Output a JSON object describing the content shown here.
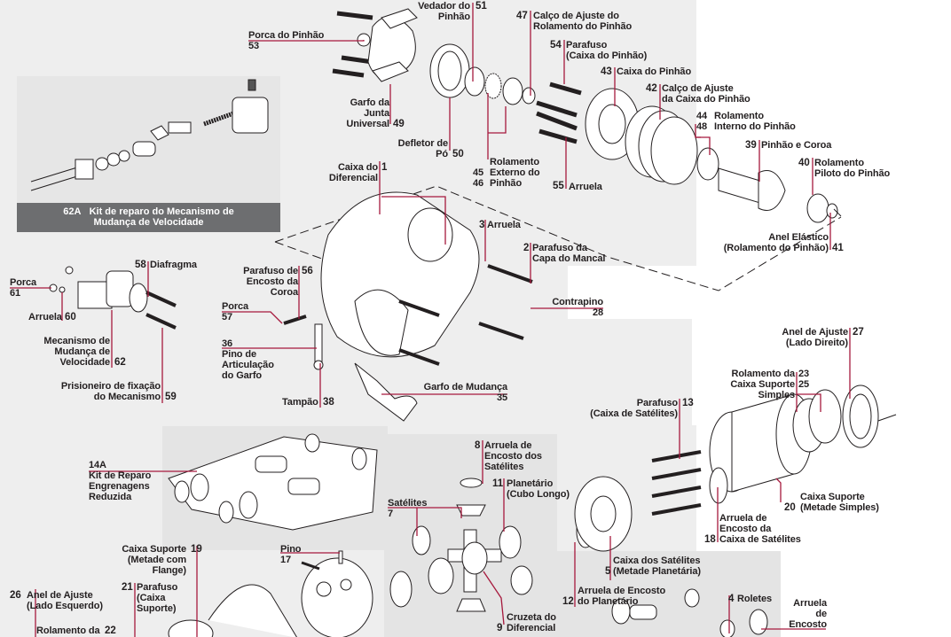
{
  "diagram": {
    "title": "Vista explodida do diferencial",
    "accent_color": "#a6193d",
    "kit_62A": {
      "code": "62A",
      "label_line1": "Kit de reparo do Mecanismo de",
      "label_line2": "Mudança de Velocidade"
    },
    "parts": {
      "p53": {
        "num": "53",
        "name": "Porca do Pinhão"
      },
      "p51": {
        "num": "51",
        "name1": "Vedador do",
        "name2": "Pinhão"
      },
      "p49": {
        "num": "49",
        "name1": "Garfo da",
        "name2": "Junta",
        "name3": "Universal"
      },
      "p50": {
        "num": "50",
        "name1": "Defletor de",
        "name2": "Pó"
      },
      "p47": {
        "num": "47",
        "name1": "Calço de Ajuste do",
        "name2": "Rolamento do Pinhão"
      },
      "p54": {
        "num": "54",
        "name1": "Parafuso",
        "name2": "(Caixa do Pinhão)"
      },
      "p43": {
        "num": "43",
        "name": "Caixa do Pinhão"
      },
      "p42": {
        "num": "42",
        "name1": "Calço de Ajuste",
        "name2": "da Caixa do Pinhão"
      },
      "p44_48": {
        "num1": "44",
        "num2": "48",
        "name1": "Rolamento",
        "name2": "Interno do Pinhão"
      },
      "p39": {
        "num": "39",
        "name": "Pinhão e Coroa"
      },
      "p40": {
        "num": "40",
        "name1": "Rolamento",
        "name2": "Piloto do Pinhão"
      },
      "p41": {
        "num": "41",
        "name1": "Anel Elástico",
        "name2": "(Rolamento do Pinhão)"
      },
      "p45_46": {
        "num1": "45",
        "num2": "46",
        "name1": "Rolamento",
        "name2": "Externo do",
        "name3": "Pinhão"
      },
      "p55": {
        "num": "55",
        "name": "Arruela"
      },
      "p1": {
        "num": "1",
        "name1": "Caixa do",
        "name2": "Diferencial"
      },
      "p3": {
        "num": "3",
        "name": "Arruela"
      },
      "p2": {
        "num": "2",
        "name1": "Parafuso da",
        "name2": "Capa do Mancal"
      },
      "p28": {
        "num": "28",
        "name": "Contrapino"
      },
      "p56": {
        "num": "56",
        "name1": "Parafuso de",
        "name2": "Encosto da",
        "name3": "Coroa"
      },
      "p57": {
        "num": "57",
        "name": "Porca"
      },
      "p36": {
        "num": "36",
        "name1": "Pino de",
        "name2": "Articulação",
        "name3": "do Garfo"
      },
      "p38": {
        "num": "38",
        "name": "Tampão"
      },
      "p35": {
        "num": "35",
        "name": "Garfo de Mudança"
      },
      "p58": {
        "num": "58",
        "name": "Diafragma"
      },
      "p61": {
        "num": "61",
        "name": "Porca"
      },
      "p60": {
        "num": "60",
        "name": "Arruela"
      },
      "p62": {
        "num": "62",
        "name1": "Mecanismo de",
        "name2": "Mudança de",
        "name3": "Velocidade"
      },
      "p59": {
        "num": "59",
        "name1": "Prisioneiro de fixação",
        "name2": "do Mecanismo"
      },
      "p27": {
        "num": "27",
        "name1": "Anel de Ajuste",
        "name2": "(Lado Direito)"
      },
      "p23_25": {
        "num1": "23",
        "num2": "25",
        "name1": "Rolamento da",
        "name2": "Caixa Suporte",
        "name3": "Simples"
      },
      "p13": {
        "num": "13",
        "name1": "Parafuso",
        "name2": "(Caixa de Satélites)"
      },
      "p20": {
        "num": "20",
        "name1": "Caixa Suporte",
        "name2": "(Metade Simples)"
      },
      "p18": {
        "num": "18",
        "name1": "Arruela de",
        "name2": "Encosto da",
        "name3": "Caixa de Satélites"
      },
      "p14A": {
        "num": "14A",
        "name1": "Kit de Reparo",
        "name2": "Engrenagens",
        "name3": "Reduzida"
      },
      "p8": {
        "num": "8",
        "name1": "Arruela de",
        "name2": "Encosto dos",
        "name3": "Satélites"
      },
      "p11": {
        "num": "11",
        "name1": "Planetário",
        "name2": "(Cubo Longo)"
      },
      "p7": {
        "num": "7",
        "name": "Satélites"
      },
      "p5": {
        "num": "5",
        "name1": "Caixa dos Satélites",
        "name2": "(Metade Planetária)"
      },
      "p12": {
        "num": "12",
        "name1": "Arruela de Encosto",
        "name2": "do Planetário"
      },
      "p9": {
        "num": "9",
        "name1": "Cruzeta do",
        "name2": "Diferencial"
      },
      "p19": {
        "num": "19",
        "name1": "Caixa Suporte",
        "name2": "(Metade com",
        "name3": "Flange)"
      },
      "p17": {
        "num": "17",
        "name": "Pino"
      },
      "p21": {
        "num": "21",
        "name1": "Parafuso",
        "name2": "(Caixa",
        "name3": "Suporte)"
      },
      "p26": {
        "num": "26",
        "name1": "Anel de Ajuste",
        "name2": "(Lado Esquerdo)"
      },
      "p22": {
        "num": "22",
        "name": "Rolamento da"
      },
      "p4": {
        "num": "4",
        "name": "Roletes"
      },
      "p15": {
        "name1": "Arruela",
        "name2": "de",
        "name3": "Encosto"
      }
    }
  }
}
